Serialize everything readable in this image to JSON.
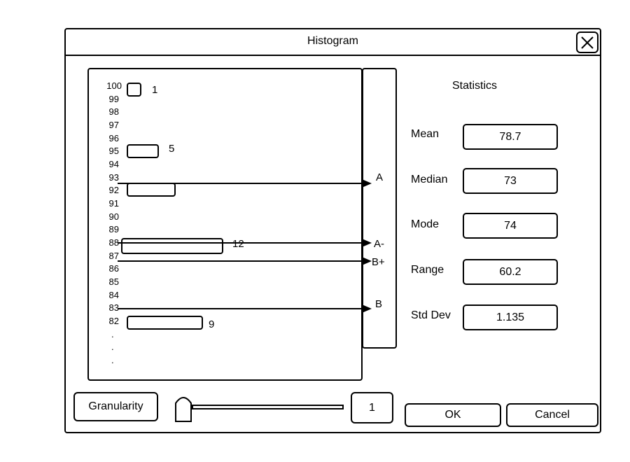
{
  "dialog": {
    "title": "Histogram"
  },
  "histogram": {
    "scores": [
      "100",
      "99",
      "98",
      "97",
      "96",
      "95",
      "94",
      "93",
      "92",
      "91",
      "90",
      "89",
      "88",
      "87",
      "86",
      "85",
      "84",
      "83",
      "82"
    ],
    "ellipsis": [
      ".",
      ".",
      "."
    ],
    "bars": [
      {
        "score": "100",
        "count": "1"
      },
      {
        "score": "95",
        "count": "5"
      },
      {
        "score": "92",
        "count": ""
      },
      {
        "score": "88",
        "count": "12"
      },
      {
        "score": "82",
        "count": "9"
      }
    ],
    "cutoffs": [
      {
        "grade": "A",
        "score": "93"
      },
      {
        "grade": "A-",
        "score": "88"
      },
      {
        "grade": "B+",
        "score": "87"
      },
      {
        "grade": "B",
        "score": "83"
      }
    ]
  },
  "statistics": {
    "title": "Statistics",
    "items": [
      {
        "label": "Mean",
        "value": "78.7"
      },
      {
        "label": "Median",
        "value": "73"
      },
      {
        "label": "Mode",
        "value": "74"
      },
      {
        "label": "Range",
        "value": "60.2"
      },
      {
        "label": "Std Dev",
        "value": "1.135"
      }
    ]
  },
  "controls": {
    "granularity_label": "Granularity",
    "granularity_value": "1",
    "ok_label": "OK",
    "cancel_label": "Cancel"
  }
}
